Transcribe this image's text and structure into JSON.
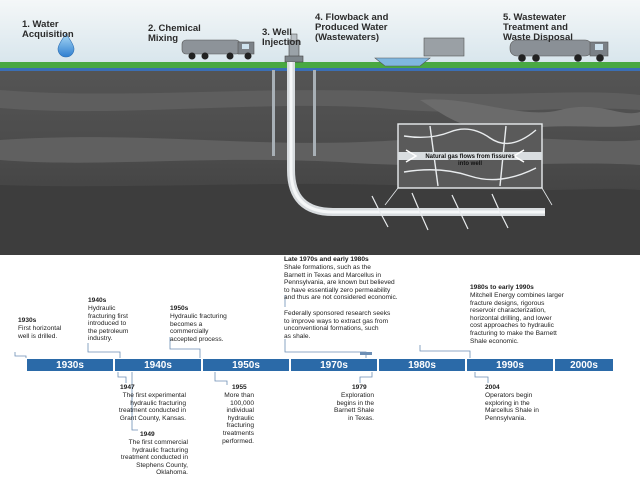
{
  "stages": [
    {
      "label": "1. Water\nAcquisition"
    },
    {
      "label": "2. Chemical\nMixing"
    },
    {
      "label": "3. Well\nInjection"
    },
    {
      "label": "4. Flowback and\nProduced Water\n(Wastewaters)"
    },
    {
      "label": "5. Wastewater\nTreatment and\nWaste Disposal"
    }
  ],
  "annotation": "Natural gas flows from fissures\ninto well",
  "decades": [
    "1930s",
    "1940s",
    "1950s",
    "1970s",
    "1980s",
    "1990s",
    "2000s"
  ],
  "events_above": [
    {
      "title": "1930s",
      "text": "First horizontal\nwell is drilled."
    },
    {
      "title": "1940s",
      "text": "Hydraulic\nfracturing first\nintroduced to\nthe petroleum\nindustry."
    },
    {
      "title": "1950s",
      "text": "Hydraulic fracturing\nbecomes a\ncommercially\naccepted process."
    },
    {
      "title": "Late 1970s and early 1980s",
      "text": "Shale formations, such as the\nBarnett in Texas and Marcellus in\nPennsylvania, are known but believed\nto have essentially zero permeability\nand thus are not considered economic."
    },
    {
      "title": "",
      "text": "Federally sponsored research seeks\nto improve ways to extract gas from\nunconventional formations, such\nas shale."
    },
    {
      "title": "1980s to early 1990s",
      "text": "Mitchell Energy combines larger\nfracture designs, rigorous\nreservoir characterization,\nhorizontal drilling, and lower\ncost approaches to hydraulic\nfracturing to make the Barnett\nShale economic."
    }
  ],
  "events_below": [
    {
      "title": "1947",
      "text": "The first experimental\nhydraulic fracturing\ntreatment conducted in\nGrant County, Kansas."
    },
    {
      "title": "1949",
      "text": "The first commercial\nhydraulic fracturing\ntreatment conducted in\nStephens County,\nOklahoma."
    },
    {
      "title": "1955",
      "text": "More than\n100,000\nindividual\nhydraulic\nfracturing\ntreatments\nperformed."
    },
    {
      "title": "1979",
      "text": "Exploration\nbegins in the\nBarnett Shale\nin Texas."
    },
    {
      "title": "2004",
      "text": "Operators begin\nexploring in the\nMarcellus Shale in\nPennsylvania."
    }
  ],
  "colors": {
    "sky": "#dfe9ee",
    "ground": "#4d4d4d",
    "grass": "#4caf50",
    "timeline_bar": "#2b6aa8"
  }
}
